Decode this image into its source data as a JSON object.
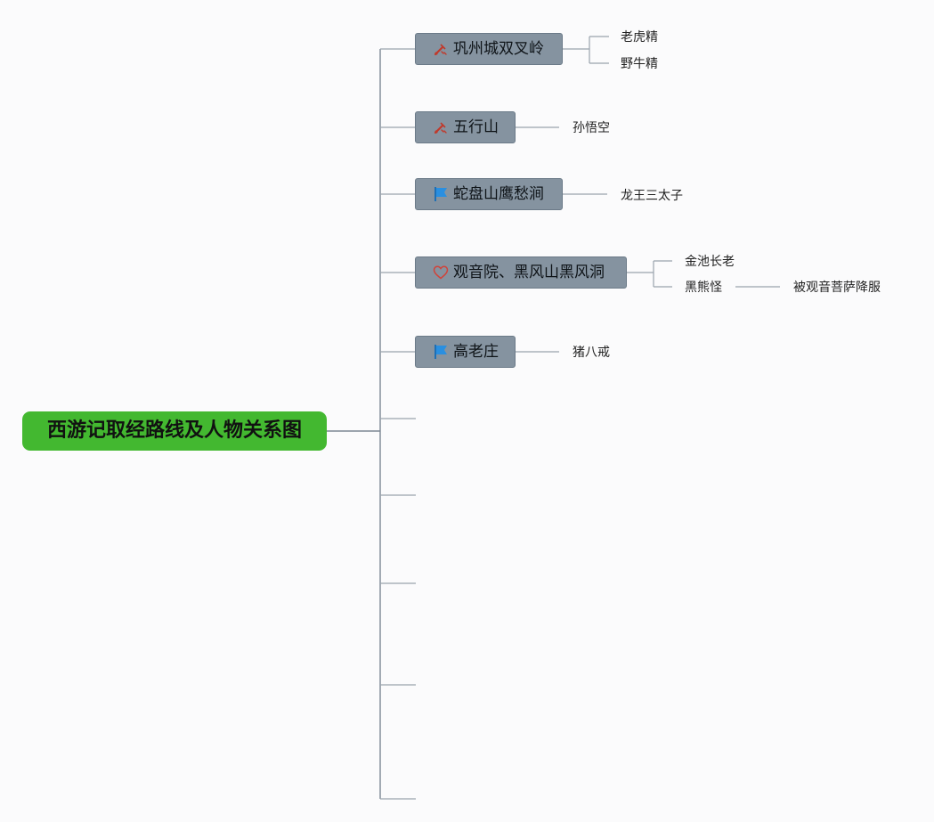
{
  "root": {
    "label": "西游记取经路线及人物关系图",
    "color": "#43b830"
  },
  "topics": [
    {
      "id": "t1",
      "label": "巩州城双叉岭",
      "icon": "tools-icon",
      "children": [
        {
          "label": "老虎精",
          "children": []
        },
        {
          "label": "野牛精",
          "children": []
        }
      ]
    },
    {
      "id": "t2",
      "label": "五行山",
      "icon": "tools-icon",
      "children": [
        {
          "label": "孙悟空",
          "children": []
        }
      ]
    },
    {
      "id": "t3",
      "label": "蛇盘山鹰愁涧",
      "icon": "flag-icon",
      "children": [
        {
          "label": "龙王三太子",
          "children": []
        }
      ]
    },
    {
      "id": "t4",
      "label": "观音院、黑风山黑风洞",
      "icon": "heart-icon",
      "children": [
        {
          "label": "金池长老",
          "children": []
        },
        {
          "label": "黑熊怪",
          "children": [
            {
              "label": "被观音菩萨降服"
            }
          ]
        }
      ]
    },
    {
      "id": "t5",
      "label": "高老庄",
      "icon": "flag-icon",
      "children": [
        {
          "label": "猪八戒",
          "children": []
        }
      ]
    }
  ],
  "empty_branch_count": 5,
  "colors": {
    "topic_fill": "#8593a0",
    "connector": "#9aa3ad",
    "trunk": "#7d8894"
  }
}
